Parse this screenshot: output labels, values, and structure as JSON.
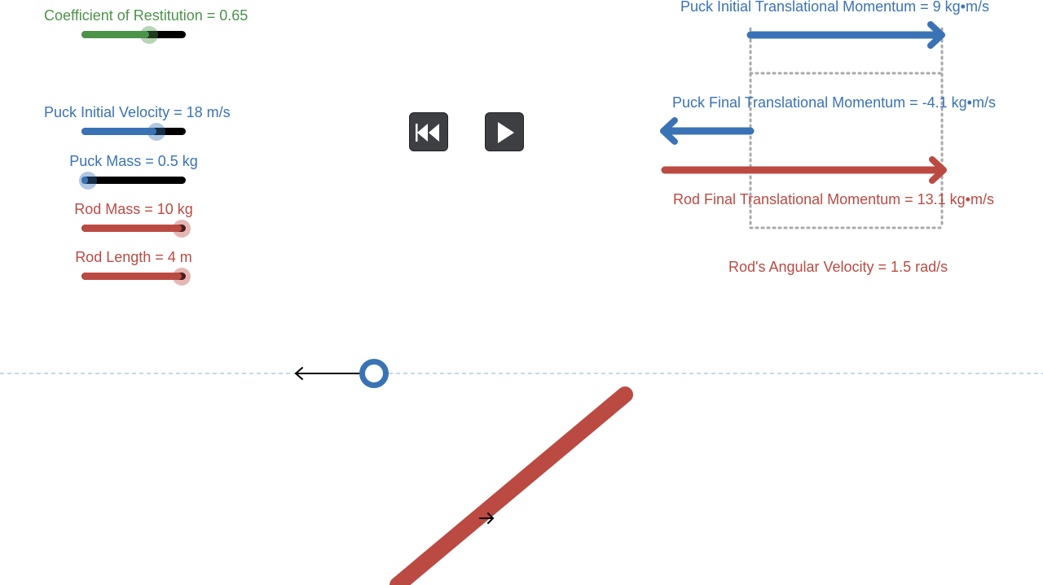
{
  "colors": {
    "green": "#4c934a",
    "blue": "#3a73b5",
    "red": "#bb4a43",
    "dark": "#3d3f43",
    "guide": "#9ec3d9",
    "dotted": "#a9a9a9"
  },
  "sliders": [
    {
      "id": "restitution",
      "label": "Coefficient of Restitution = 0.65",
      "value": 0.65,
      "min": 0,
      "max": 1,
      "color": "green"
    },
    {
      "id": "puck_velocity",
      "label": "Puck Initial Velocity = 18 m/s",
      "value": 18,
      "min": 0,
      "max": 25,
      "color": "blue"
    },
    {
      "id": "puck_mass",
      "label": "Puck Mass = 0.5 kg",
      "value": 0.5,
      "min": 0.5,
      "max": 10,
      "color": "blue"
    },
    {
      "id": "rod_mass",
      "label": "Rod Mass = 10 kg",
      "value": 10,
      "min": 0.5,
      "max": 10,
      "color": "red"
    },
    {
      "id": "rod_length",
      "label": "Rod Length = 4 m",
      "value": 4,
      "min": 0.5,
      "max": 4,
      "color": "red"
    }
  ],
  "controls": {
    "rewind_icon": "rewind-icon",
    "play_icon": "play-icon"
  },
  "momentum": {
    "puck_initial_label": "Puck Initial Translational Momentum = 9 kg•m/s",
    "puck_initial_value": 9,
    "puck_final_label": "Puck Final Translational Momentum = -4.1 kg•m/s",
    "puck_final_value": -4.1,
    "rod_final_label": "Rod Final Translational Momentum = 13.1 kg•m/s",
    "rod_final_value": 13.1,
    "angular_velocity_label": "Rod's Angular Velocity = 1.5 rad/s"
  }
}
